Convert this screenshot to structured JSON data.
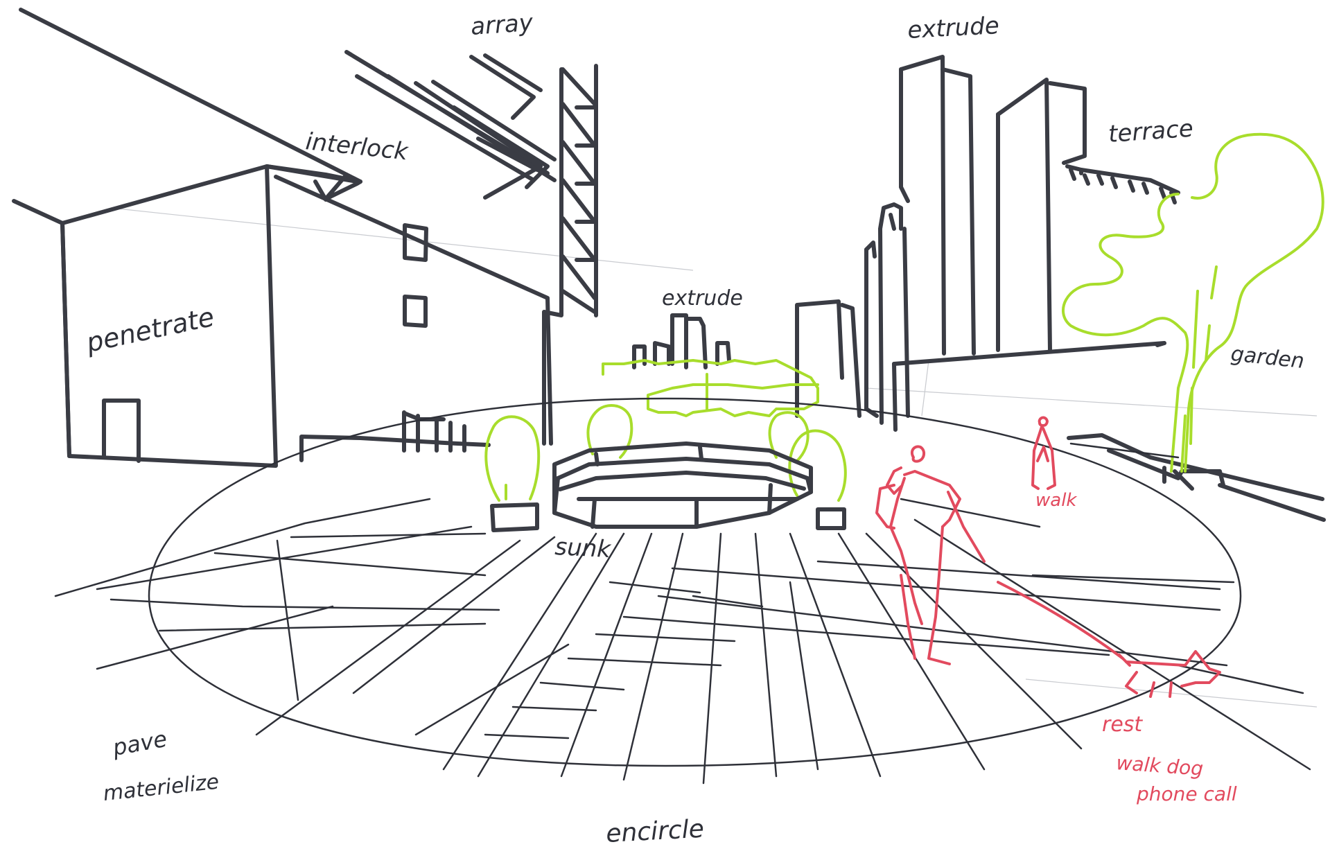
{
  "labels": {
    "array": "array",
    "interlock": "interlock",
    "penetrate": "penetrate",
    "extrude_top": "extrude",
    "extrude_mid": "extrude",
    "terrace": "terrace",
    "garden": "garden",
    "sunk": "sunk",
    "walk": "walk",
    "rest": "rest",
    "walk_dog": "walk dog",
    "phone_call": "phone call",
    "pave": "pave",
    "materielize": "materielize",
    "encircle": "encircle"
  },
  "colors": {
    "ink": "#3a3c44",
    "greenery": "#a8dd2c",
    "people": "#e24a5e"
  }
}
